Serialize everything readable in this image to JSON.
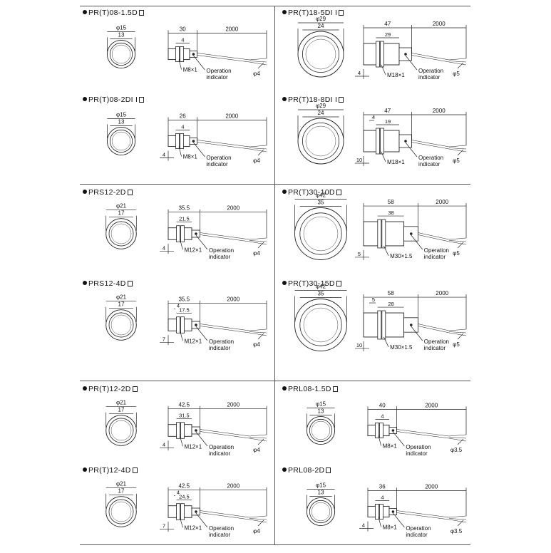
{
  "panels": [
    {
      "title": "PR(T)08-1.5D",
      "d_outer": "φ15",
      "d_inner": "13",
      "len_total": "30",
      "len_thread": "4",
      "len_extra": "",
      "cable": "2000",
      "thread": "M8×1",
      "cable_dia": "φ4",
      "op_label": "Operation",
      "op_label2": "indicator"
    },
    {
      "title": "PR(T)08-2DI I",
      "d_outer": "φ15",
      "d_inner": "13",
      "len_total": "26",
      "len_thread": "4",
      "len_extra": "4",
      "cable": "2000",
      "thread": "M8×1",
      "cable_dia": "φ4",
      "op_label": "Operation",
      "op_label2": "indicator"
    },
    {
      "title": "PR(T)18-5DI I",
      "d_outer": "φ29",
      "d_inner": "24",
      "len_total": "47",
      "len_thread": "29",
      "len_extra": "4",
      "cable": "2000",
      "thread": "M18×1",
      "cable_dia": "φ5",
      "op_label": "Operation",
      "op_label2": "indicator"
    },
    {
      "title": "PR(T)18-8DI I",
      "d_outer": "φ29",
      "d_inner": "24",
      "len_total": "47",
      "len_thread": "19",
      "len_extra": "10",
      "len_extra2": "4",
      "cable": "2000",
      "thread": "M18×1",
      "cable_dia": "φ5",
      "op_label": "Operation",
      "op_label2": "indicator"
    },
    {
      "title": "PRS12-2D",
      "d_outer": "φ21",
      "d_inner": "17",
      "len_total": "35.5",
      "len_thread": "21.5",
      "len_extra": "4",
      "cable": "2000",
      "thread": "M12×1",
      "cable_dia": "φ4",
      "op_label": "Operation",
      "op_label2": "indicator"
    },
    {
      "title": "PRS12-4D",
      "d_outer": "φ21",
      "d_inner": "17",
      "len_total": "35.5",
      "len_thread": "17.5",
      "len_extra": "7",
      "len_extra2": "4",
      "cable": "2000",
      "thread": "M12×1",
      "cable_dia": "φ4",
      "op_label": "Operation",
      "op_label2": "indicator"
    },
    {
      "title": "PR(T)30-10D",
      "d_outer": "φ42",
      "d_inner": "35",
      "len_total": "58",
      "len_thread": "38",
      "len_extra": "5",
      "cable": "2000",
      "thread": "M30×1.5",
      "cable_dia": "φ5",
      "op_label": "Operation",
      "op_label2": "indicator"
    },
    {
      "title": "PR(T)30-15D",
      "d_outer": "φ42",
      "d_inner": "35",
      "len_total": "58",
      "len_thread": "28",
      "len_extra": "10",
      "len_extra2": "5",
      "cable": "2000",
      "thread": "M30×1.5",
      "cable_dia": "φ5",
      "op_label": "Operation",
      "op_label2": "indicator"
    },
    {
      "title": "PR(T)12-2D",
      "d_outer": "φ21",
      "d_inner": "17",
      "len_total": "42.5",
      "len_thread": "31.5",
      "len_extra": "4",
      "cable": "2000",
      "thread": "M12×1",
      "cable_dia": "φ4",
      "op_label": "Operation",
      "op_label2": "indicator"
    },
    {
      "title": "PR(T)12-4D",
      "d_outer": "φ21",
      "d_inner": "17",
      "len_total": "42.5",
      "len_thread": "24.5",
      "len_extra": "7",
      "len_extra2": "4",
      "cable": "2000",
      "thread": "M12×1",
      "cable_dia": "φ4",
      "op_label": "Operation",
      "op_label2": "indicator"
    },
    {
      "title": "PRL08-1.5D",
      "d_outer": "φ15",
      "d_inner": "13",
      "len_total": "40",
      "len_thread": "4",
      "len_extra": "",
      "cable": "2000",
      "thread": "M8×1",
      "cable_dia": "φ3.5",
      "op_label": "Operation",
      "op_label2": "indicator"
    },
    {
      "title": "PRL08-2D",
      "d_outer": "φ15",
      "d_inner": "13",
      "len_total": "36",
      "len_thread": "4",
      "len_extra": "4",
      "cable": "2000",
      "thread": "M8×1",
      "cable_dia": "φ3.5",
      "op_label": "Operation",
      "op_label2": "indicator"
    }
  ]
}
